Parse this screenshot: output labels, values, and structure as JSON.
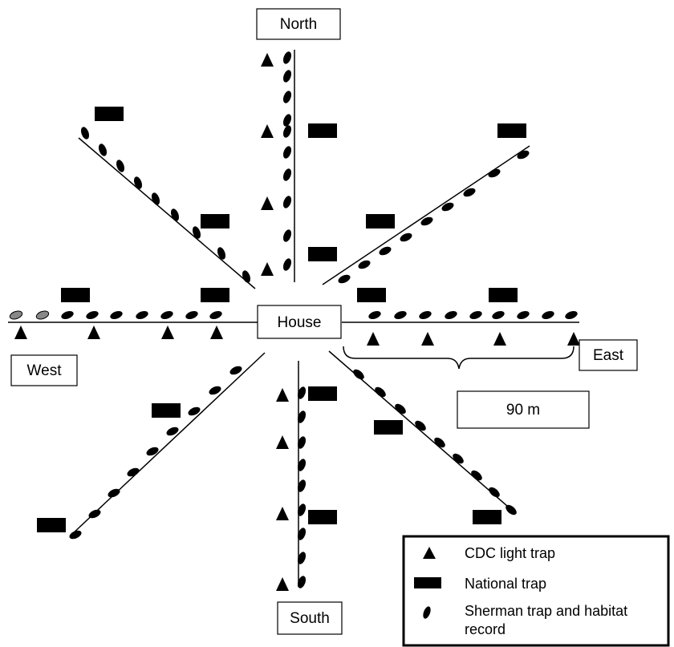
{
  "labels": {
    "north": "North",
    "south": "South",
    "east": "East",
    "west": "West",
    "house": "House",
    "distance": "90 m"
  },
  "legend": {
    "cdc": "CDC light trap",
    "national": "National trap",
    "sherman_line1": "Sherman trap and habitat",
    "sherman_line2": "record"
  },
  "colors": {
    "ink": "#000000",
    "grey_marker": "#888888",
    "background": "#ffffff"
  },
  "marker_icons": {
    "cdc": "triangle",
    "national": "rectangle",
    "sherman": "oval"
  }
}
